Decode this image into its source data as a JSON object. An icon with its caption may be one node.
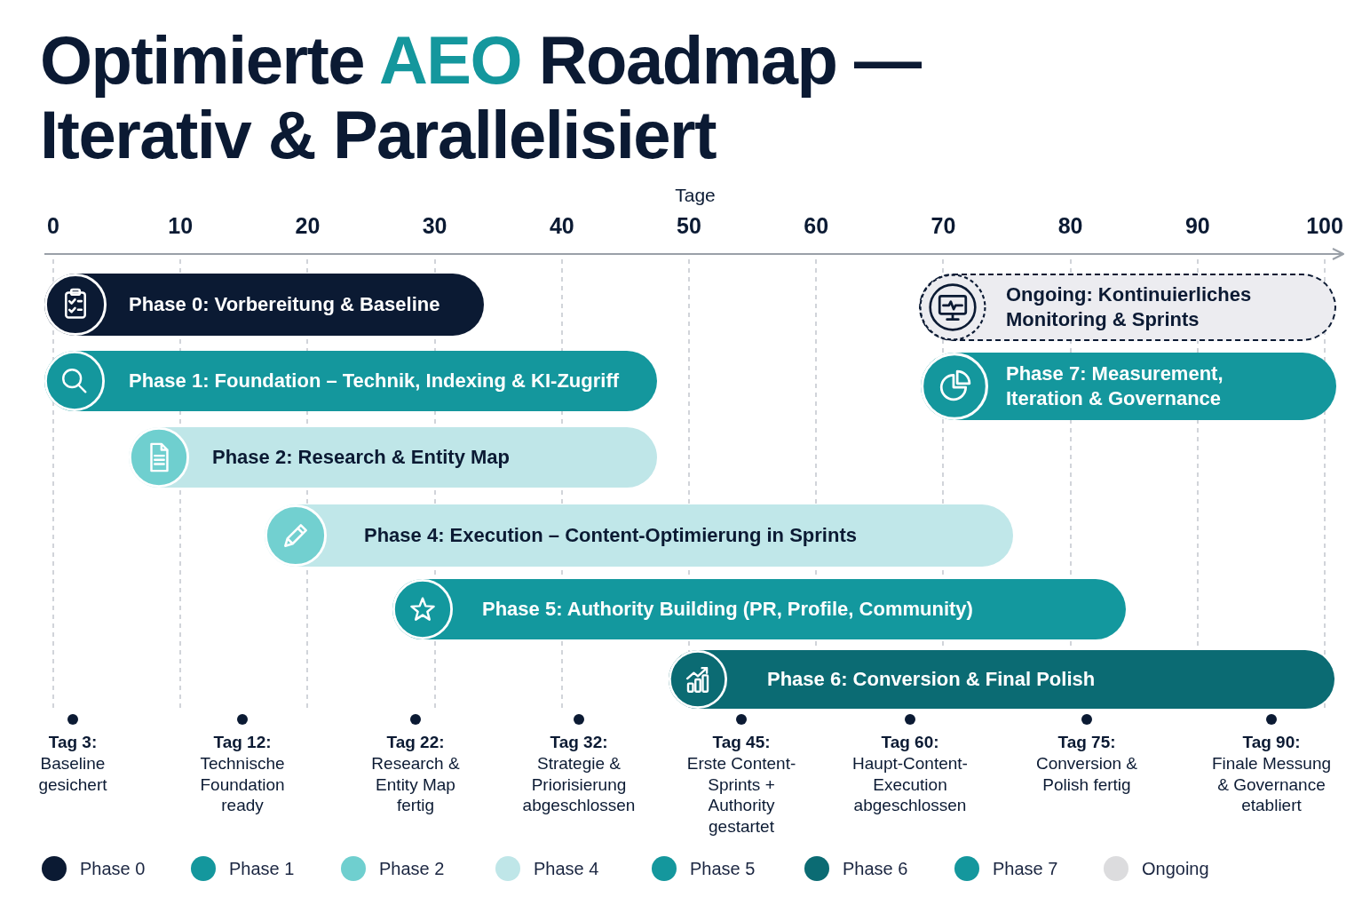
{
  "diagram": {
    "title": "Optimierte AEO Roadmap — Iterativ & Parallelisiert",
    "nodes": [
      {
        "text": [
          "Phase 0: Vorbereitung & Baseline"
        ]
      },
      {
        "text": [
          "Ongoing: Kontinuierliches Monitoring & Sprints"
        ]
      },
      {
        "text": [
          "Phase 1: Foundation – Technik, Indexing & KI-Zugriff"
        ]
      },
      {
        "text": [
          "Phase 7: Measurement, Iteration & Governance"
        ]
      },
      {
        "text": [
          "Phase 2: Research & Entity Map"
        ]
      },
      {
        "text": [
          "Phase 4: Execution – Content-Optimierung in Sprints"
        ]
      },
      {
        "text": [
          "Phase 5: Authority Building (PR, Profile, Community)"
        ]
      },
      {
        "text": [
          "Phase 6: Conversion & Final Polish"
        ]
      }
    ],
    "labels": [
      "Tage",
      "0",
      "10",
      "20",
      "30",
      "40",
      "50",
      "60",
      "70",
      "80",
      "90",
      "100",
      "Tag 3:",
      "Baseline gesichert",
      "Tag 12:",
      "Technische Foundation ready",
      "Tag 22:",
      "Research & Entity Map fertig",
      "Tag 32:",
      "Strategie & Priorisierung abgeschlossen",
      "Tag 45:",
      "Erste Content-Sprints + Authority gestartet",
      "Tag 60:",
      "Haupt-Content-Execution abgeschlossen",
      "Tag 75:",
      "Conversion & Polish fertig",
      "Tag 90:",
      "Finale Messung & Governance etabliert"
    ],
    "legend": [
      {
        "text": "Phase 0",
        "color": "#0b1a33"
      },
      {
        "text": "Phase 1",
        "color": "#14979d"
      },
      {
        "text": "Phase 2",
        "color": "#6fcfcf"
      },
      {
        "text": "Phase 4",
        "color": "#bfe6e8"
      },
      {
        "text": "Phase 5",
        "color": "#14979d"
      },
      {
        "text": "Phase 6",
        "color": "#0b6b73"
      },
      {
        "text": "Phase 7",
        "color": "#14979d"
      },
      {
        "text": "Ongoing",
        "color": "#dcdcde"
      }
    ]
  }
}
